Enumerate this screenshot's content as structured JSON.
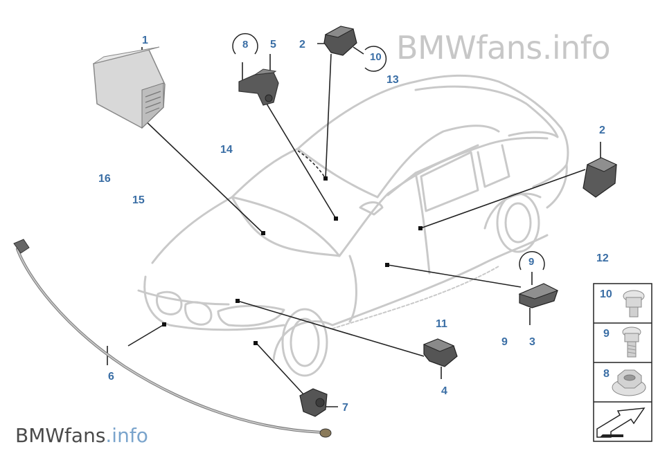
{
  "watermark": {
    "brand": "BMWfans",
    "suffix": ".info"
  },
  "callouts": {
    "c1": "1",
    "c2a": "2",
    "c2b": "2",
    "c3": "3",
    "c4": "4",
    "c5": "5",
    "c6": "6",
    "c7": "7",
    "c8": "8",
    "c9a": "9",
    "c9b": "9",
    "c10": "10",
    "c11": "11",
    "c12": "12",
    "c13": "13",
    "c14": "14",
    "c15": "15",
    "c16": "16"
  },
  "legend": {
    "l10": "10",
    "l9": "9",
    "l8": "8"
  }
}
